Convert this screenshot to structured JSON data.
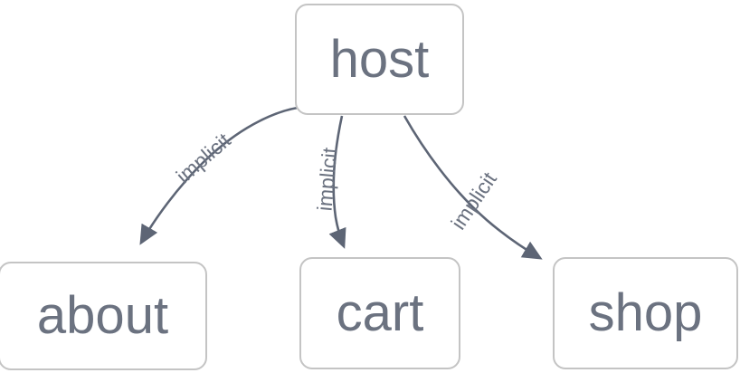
{
  "diagram": {
    "type": "directed-graph",
    "background_color": "#ffffff",
    "node_border_color": "#c4c4c4",
    "node_fill_color": "#ffffff",
    "node_text_color": "#6b7280",
    "edge_color": "#5d6575",
    "edge_label_color": "#6b7280",
    "nodes": [
      {
        "id": "host",
        "label": "host"
      },
      {
        "id": "about",
        "label": "about"
      },
      {
        "id": "cart",
        "label": "cart"
      },
      {
        "id": "shop",
        "label": "shop"
      }
    ],
    "edges": [
      {
        "from": "host",
        "to": "about",
        "label": "implicit"
      },
      {
        "from": "host",
        "to": "cart",
        "label": "implicit"
      },
      {
        "from": "host",
        "to": "shop",
        "label": "implicit"
      }
    ]
  }
}
